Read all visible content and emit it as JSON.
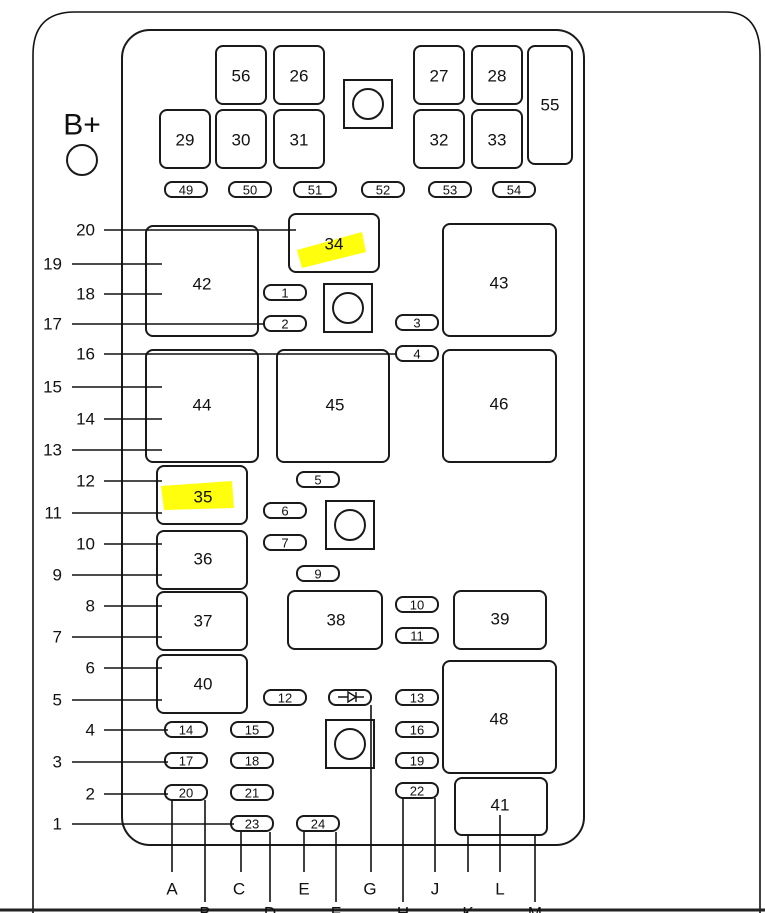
{
  "power_label": "B+",
  "highlight_color": "#ffff00",
  "large_boxes": [
    "56",
    "26",
    "27",
    "28",
    "55",
    "29",
    "30",
    "31",
    "32",
    "33",
    "34",
    "42",
    "43",
    "44",
    "45",
    "46",
    "35",
    "36",
    "37",
    "38",
    "39",
    "40",
    "48",
    "41"
  ],
  "mini_fuses": [
    "49",
    "50",
    "51",
    "52",
    "53",
    "54",
    "1",
    "2",
    "3",
    "4",
    "5",
    "6",
    "7",
    "9",
    "10",
    "11",
    "12",
    "13",
    "14",
    "15",
    "16",
    "17",
    "18",
    "19",
    "20",
    "21",
    "22",
    "23",
    "24"
  ],
  "highlighted": [
    "34",
    "35"
  ],
  "left_pins": [
    "20",
    "19",
    "18",
    "17",
    "16",
    "15",
    "14",
    "13",
    "12",
    "11",
    "10",
    "9",
    "8",
    "7",
    "6",
    "5",
    "4",
    "3",
    "2",
    "1"
  ],
  "bottom_pins": [
    "A",
    "B",
    "C",
    "D",
    "E",
    "F",
    "G",
    "H",
    "J",
    "K",
    "L",
    "M"
  ]
}
